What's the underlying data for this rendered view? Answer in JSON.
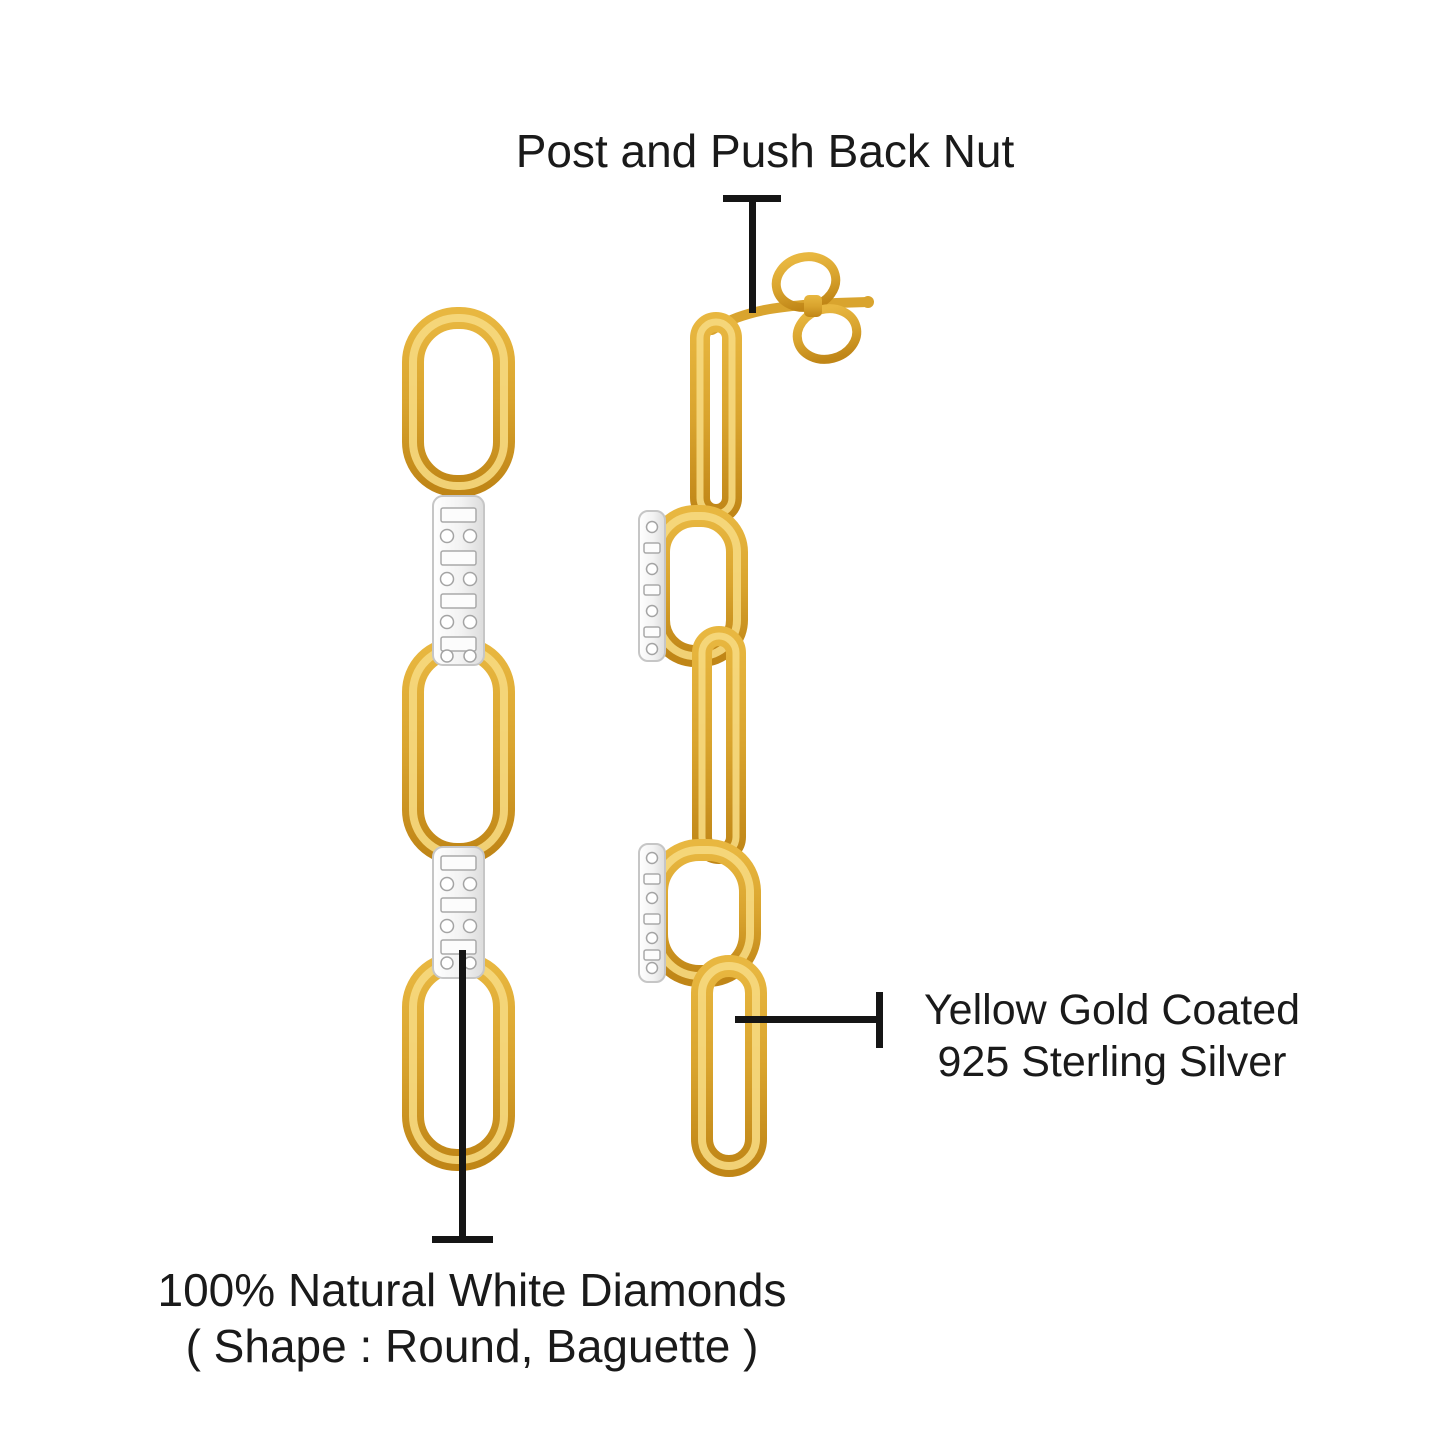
{
  "annotations": {
    "post": {
      "label": "Post and Push Back Nut"
    },
    "material": {
      "line1": "Yellow Gold Coated",
      "line2": "925 Sterling Silver"
    },
    "diamonds": {
      "line1": "100% Natural White Diamonds",
      "line2": "( Shape : Round, Baguette )"
    }
  },
  "colors": {
    "background": "#FFFFFF",
    "gold": "#D9A42E",
    "gold_highlight": "#F6D97F",
    "gold_shadow": "#C08617",
    "diamond_white": "#F5F5F5",
    "diamond_outline": "#C6C6C6",
    "callout_line": "#151515",
    "text": "#1A1A1A"
  }
}
